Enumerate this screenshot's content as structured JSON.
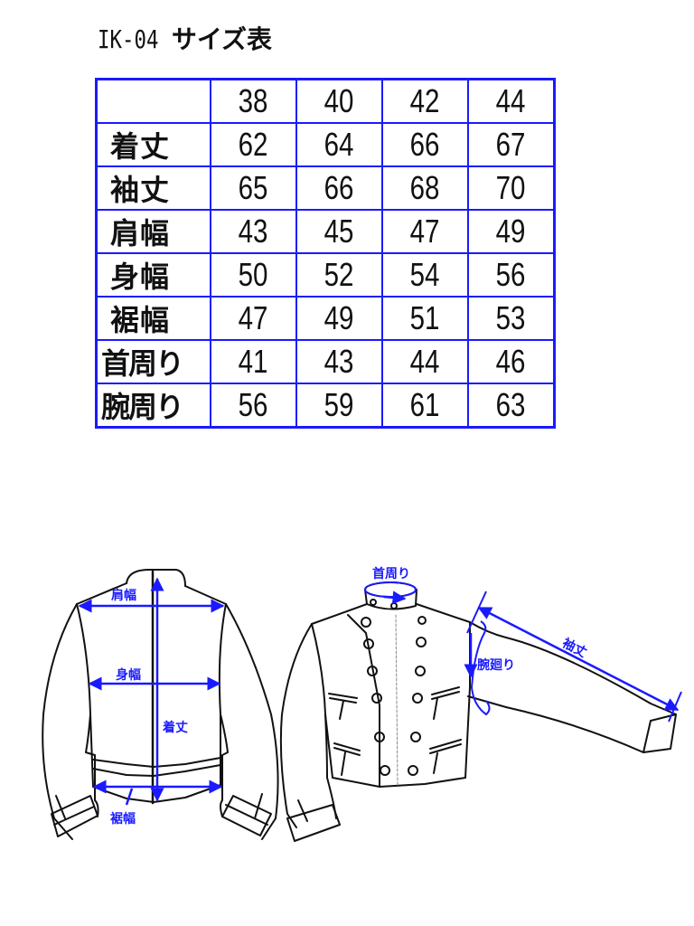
{
  "title": {
    "code": "IK-04",
    "text": "サイズ表"
  },
  "table": {
    "sizes": [
      "38",
      "40",
      "42",
      "44"
    ],
    "rows": [
      {
        "label": "着丈",
        "values": [
          "62",
          "64",
          "66",
          "67"
        ]
      },
      {
        "label": "袖丈",
        "values": [
          "65",
          "66",
          "68",
          "70"
        ]
      },
      {
        "label": "肩幅",
        "values": [
          "43",
          "45",
          "47",
          "49"
        ]
      },
      {
        "label": "身幅",
        "values": [
          "50",
          "52",
          "54",
          "56"
        ]
      },
      {
        "label": "裾幅",
        "values": [
          "47",
          "49",
          "51",
          "53"
        ]
      },
      {
        "label": "首周り",
        "values": [
          "41",
          "43",
          "44",
          "46"
        ]
      },
      {
        "label": "腕周り",
        "values": [
          "56",
          "59",
          "61",
          "63"
        ]
      }
    ]
  },
  "diagram": {
    "back_view": {
      "shoulder_label": "肩幅",
      "body_width_label": "身幅",
      "length_label": "着丈",
      "hem_label": "裾幅"
    },
    "front_view": {
      "neck_label": "首周り",
      "armhole_label": "腕廻り",
      "sleeve_label": "袖丈"
    }
  },
  "colors": {
    "border": "#1a1aff",
    "measure": "#1a1aff",
    "text": "#111111"
  }
}
